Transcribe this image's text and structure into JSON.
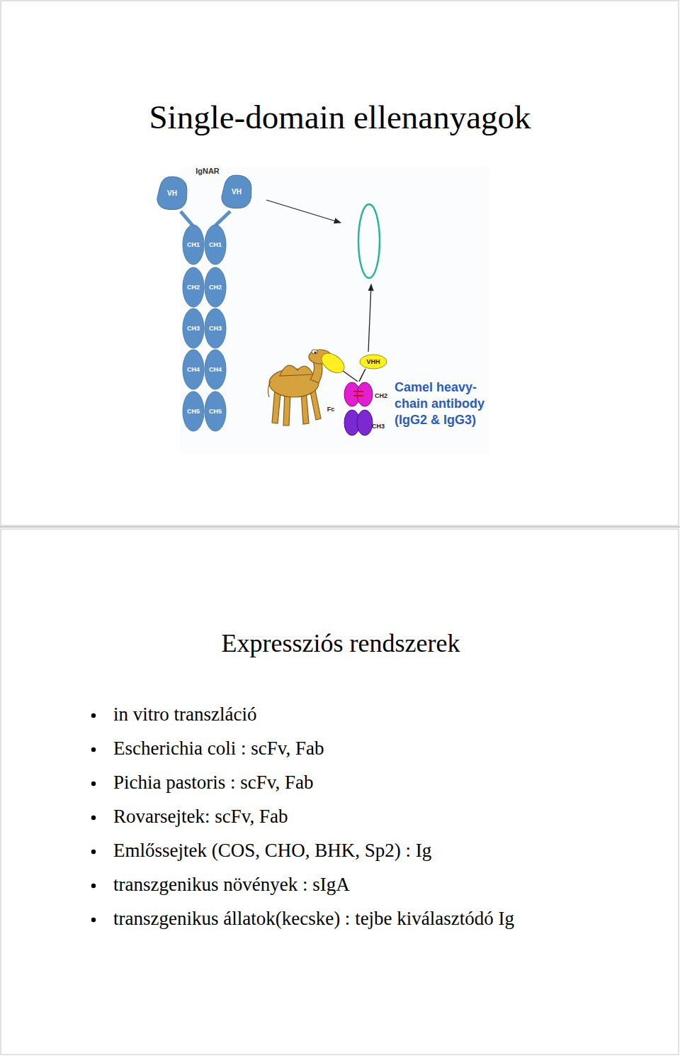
{
  "diagram": {
    "title": "Single-domain ellenanyagok",
    "nodes": [
      {
        "text": [
          "VH"
        ]
      },
      {
        "text": [
          "VH"
        ]
      },
      {
        "text": [
          "CH1"
        ]
      },
      {
        "text": [
          "CH1"
        ]
      },
      {
        "text": [
          "CH2"
        ]
      },
      {
        "text": [
          "CH2"
        ]
      },
      {
        "text": [
          "CH3"
        ]
      },
      {
        "text": [
          "CH3"
        ]
      },
      {
        "text": [
          "CH4"
        ]
      },
      {
        "text": [
          "CH4"
        ]
      },
      {
        "text": [
          "CH5"
        ]
      },
      {
        "text": [
          "CH5"
        ]
      },
      {
        "text": [
          "VHH"
        ]
      }
    ],
    "labels": [
      "IgNAR",
      "Fc",
      "CH2",
      "CH3",
      "Camel heavy-chain antibody (IgG2 & IgG3)",
      "Expressziós rendszerek",
      "in vitro transzláció",
      "Escherichia coli : scFv, Fab",
      "Pichia pastoris : scFv, Fab",
      "Rovarsejtek: scFv, Fab",
      "Emlőssejtek (COS, CHO, BHK, Sp2) : Ig",
      "transzgenikus növények : sIgA",
      "transzgenikus állatok(kecske) : tejbe kiválasztódó Ig"
    ]
  }
}
